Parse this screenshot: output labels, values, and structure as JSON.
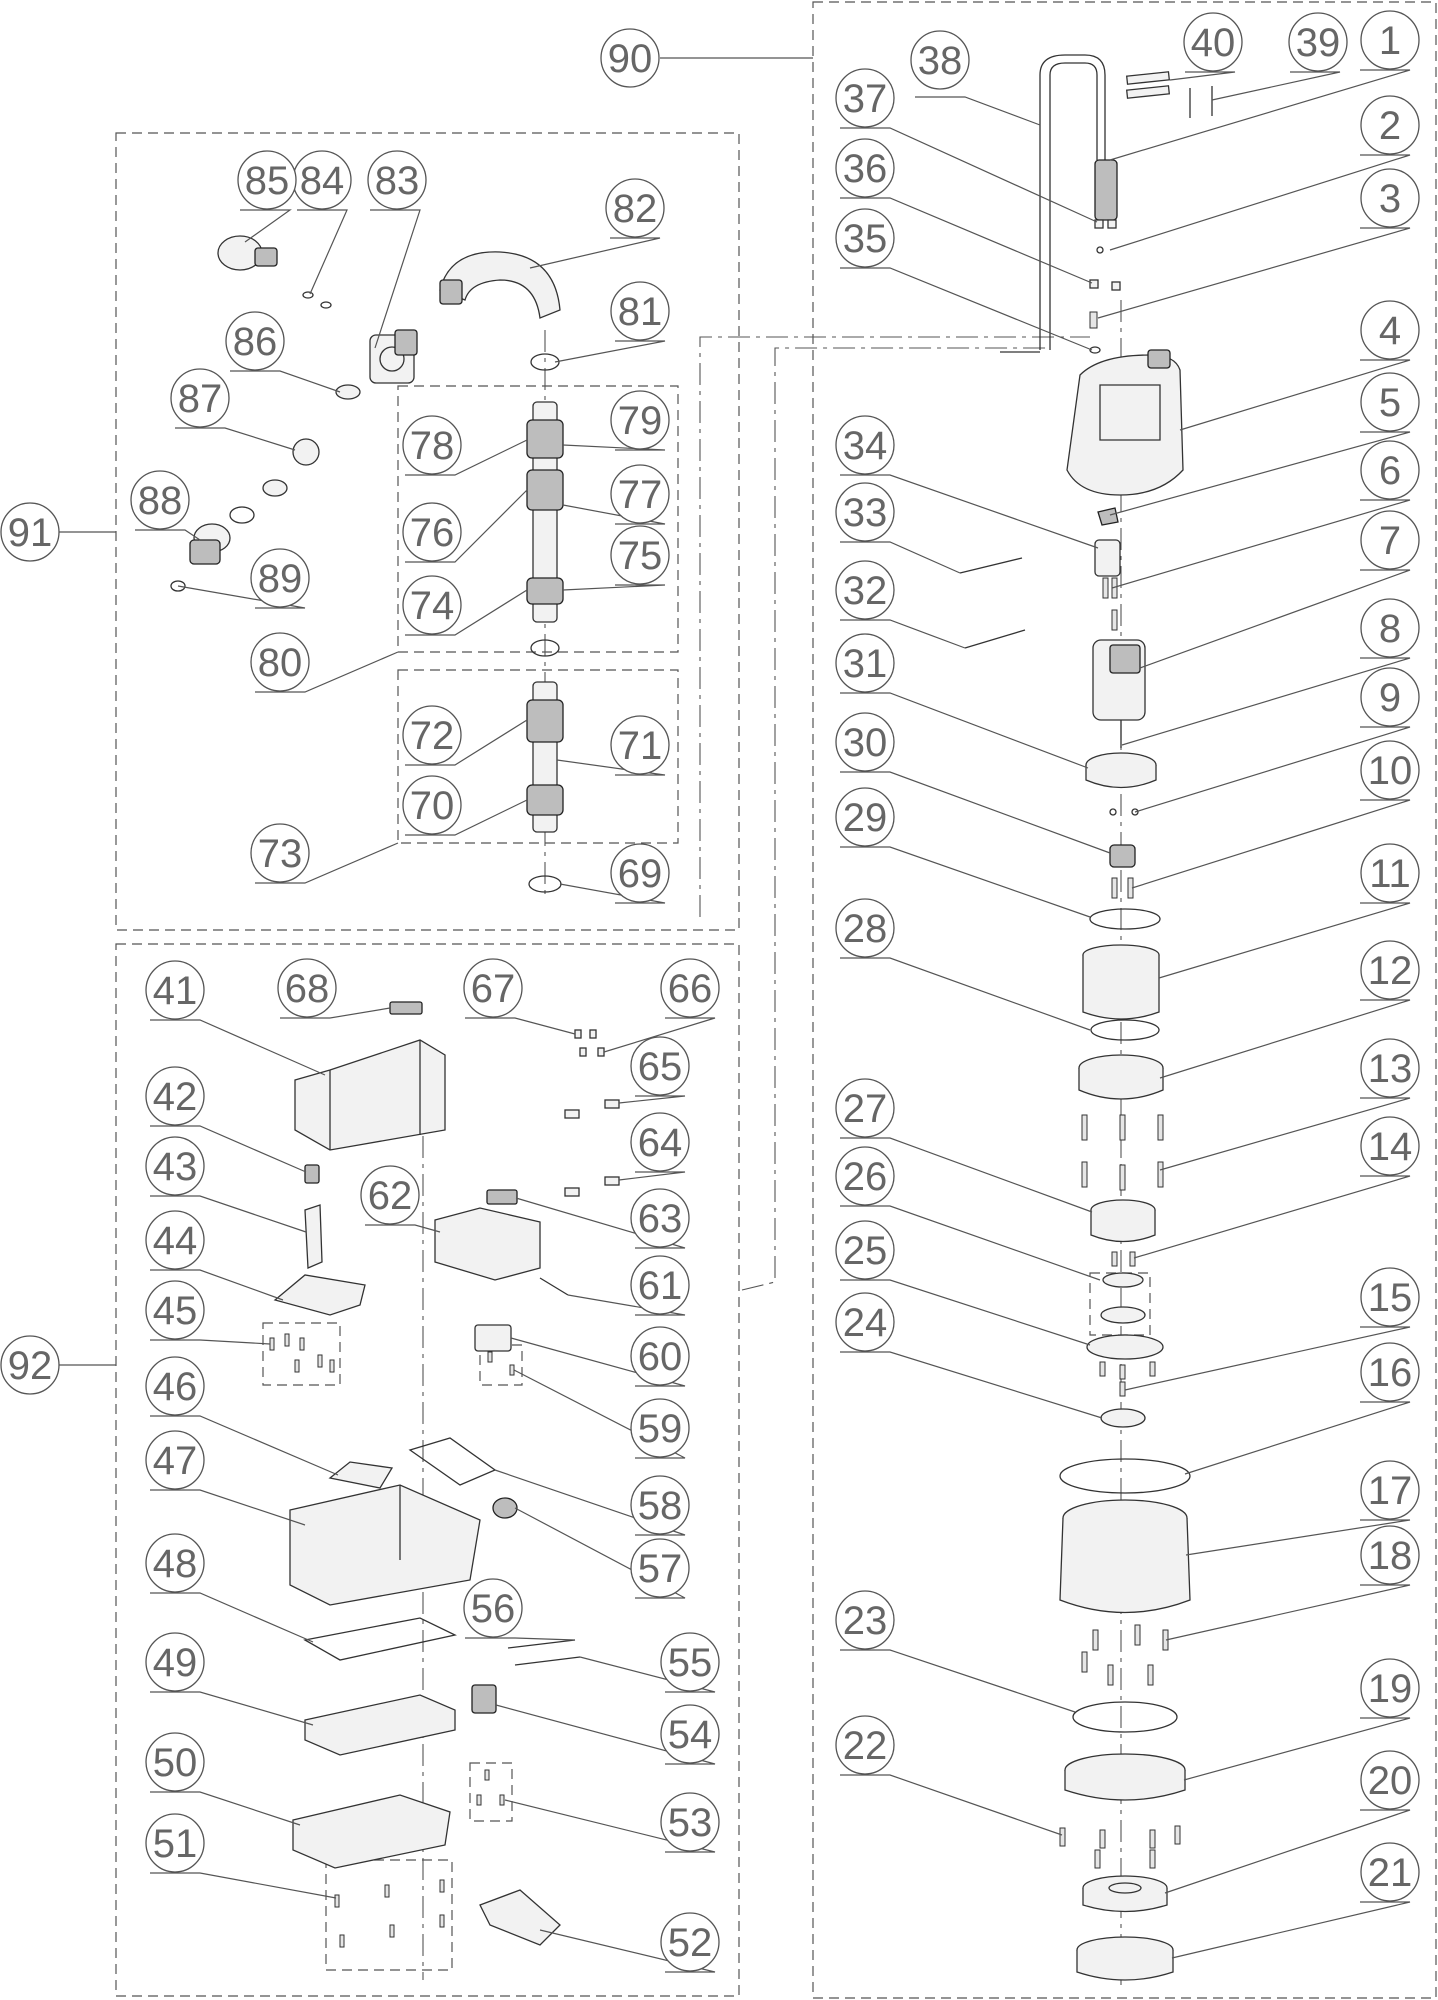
{
  "callouts": [
    {
      "label": "1"
    },
    {
      "label": "2"
    },
    {
      "label": "3"
    },
    {
      "label": "4"
    },
    {
      "label": "5"
    },
    {
      "label": "6"
    },
    {
      "label": "7"
    },
    {
      "label": "8"
    },
    {
      "label": "9"
    },
    {
      "label": "10"
    },
    {
      "label": "11"
    },
    {
      "label": "12"
    },
    {
      "label": "13"
    },
    {
      "label": "14"
    },
    {
      "label": "15"
    },
    {
      "label": "16"
    },
    {
      "label": "17"
    },
    {
      "label": "18"
    },
    {
      "label": "19"
    },
    {
      "label": "20"
    },
    {
      "label": "21"
    },
    {
      "label": "22"
    },
    {
      "label": "23"
    },
    {
      "label": "24"
    },
    {
      "label": "25"
    },
    {
      "label": "26"
    },
    {
      "label": "27"
    },
    {
      "label": "28"
    },
    {
      "label": "29"
    },
    {
      "label": "30"
    },
    {
      "label": "31"
    },
    {
      "label": "32"
    },
    {
      "label": "33"
    },
    {
      "label": "34"
    },
    {
      "label": "35"
    },
    {
      "label": "36"
    },
    {
      "label": "37"
    },
    {
      "label": "38"
    },
    {
      "label": "39"
    },
    {
      "label": "40"
    },
    {
      "label": "41"
    },
    {
      "label": "42"
    },
    {
      "label": "43"
    },
    {
      "label": "44"
    },
    {
      "label": "45"
    },
    {
      "label": "46"
    },
    {
      "label": "47"
    },
    {
      "label": "48"
    },
    {
      "label": "49"
    },
    {
      "label": "50"
    },
    {
      "label": "51"
    },
    {
      "label": "52"
    },
    {
      "label": "53"
    },
    {
      "label": "54"
    },
    {
      "label": "55"
    },
    {
      "label": "56"
    },
    {
      "label": "57"
    },
    {
      "label": "58"
    },
    {
      "label": "59"
    },
    {
      "label": "60"
    },
    {
      "label": "61"
    },
    {
      "label": "62"
    },
    {
      "label": "63"
    },
    {
      "label": "64"
    },
    {
      "label": "65"
    },
    {
      "label": "66"
    },
    {
      "label": "67"
    },
    {
      "label": "68"
    },
    {
      "label": "69"
    },
    {
      "label": "70"
    },
    {
      "label": "71"
    },
    {
      "label": "72"
    },
    {
      "label": "73"
    },
    {
      "label": "74"
    },
    {
      "label": "75"
    },
    {
      "label": "76"
    },
    {
      "label": "77"
    },
    {
      "label": "78"
    },
    {
      "label": "79"
    },
    {
      "label": "80"
    },
    {
      "label": "81"
    },
    {
      "label": "82"
    },
    {
      "label": "83"
    },
    {
      "label": "84"
    },
    {
      "label": "85"
    },
    {
      "label": "86"
    },
    {
      "label": "87"
    },
    {
      "label": "88"
    },
    {
      "label": "89"
    },
    {
      "label": "90"
    },
    {
      "label": "91"
    },
    {
      "label": "92"
    }
  ],
  "colors": {
    "line": "#555555",
    "label": "#666666",
    "part_fill": "#f2f2f2"
  }
}
